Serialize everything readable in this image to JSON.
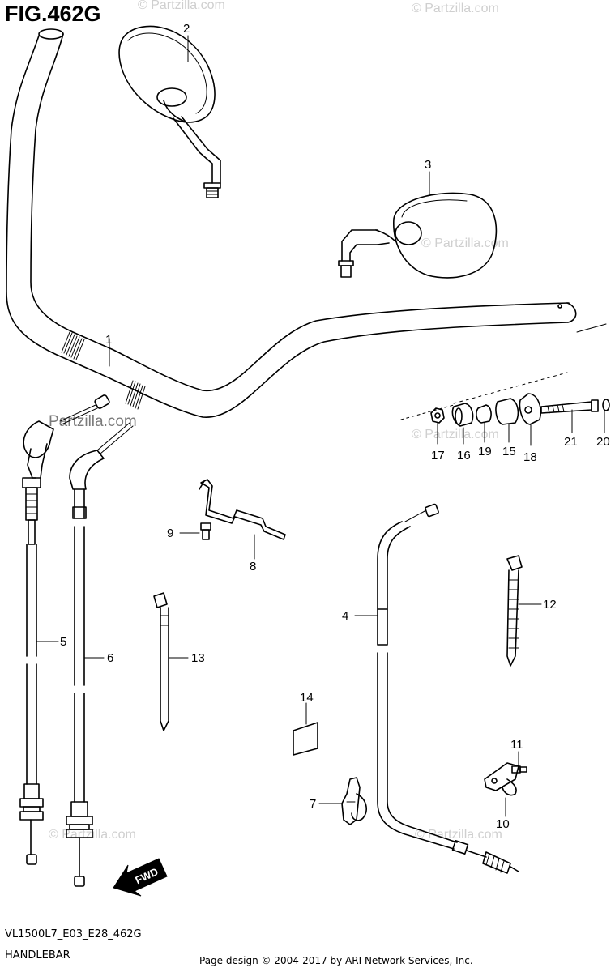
{
  "title": "FIG.462G",
  "model_code": "VL1500L7_E03_E28_462G",
  "section_name": "HANDLEBAR",
  "copyright": "Page design © 2004-2017 by ARI Network Services, Inc.",
  "watermark": "© Partzilla.com",
  "watermark_main": "Partzilla.com",
  "fwd_label": "FWD",
  "callouts": [
    "1",
    "2",
    "3",
    "4",
    "5",
    "6",
    "7",
    "8",
    "9",
    "10",
    "11",
    "12",
    "13",
    "14",
    "15",
    "16",
    "17",
    "18",
    "19",
    "20",
    "21"
  ]
}
